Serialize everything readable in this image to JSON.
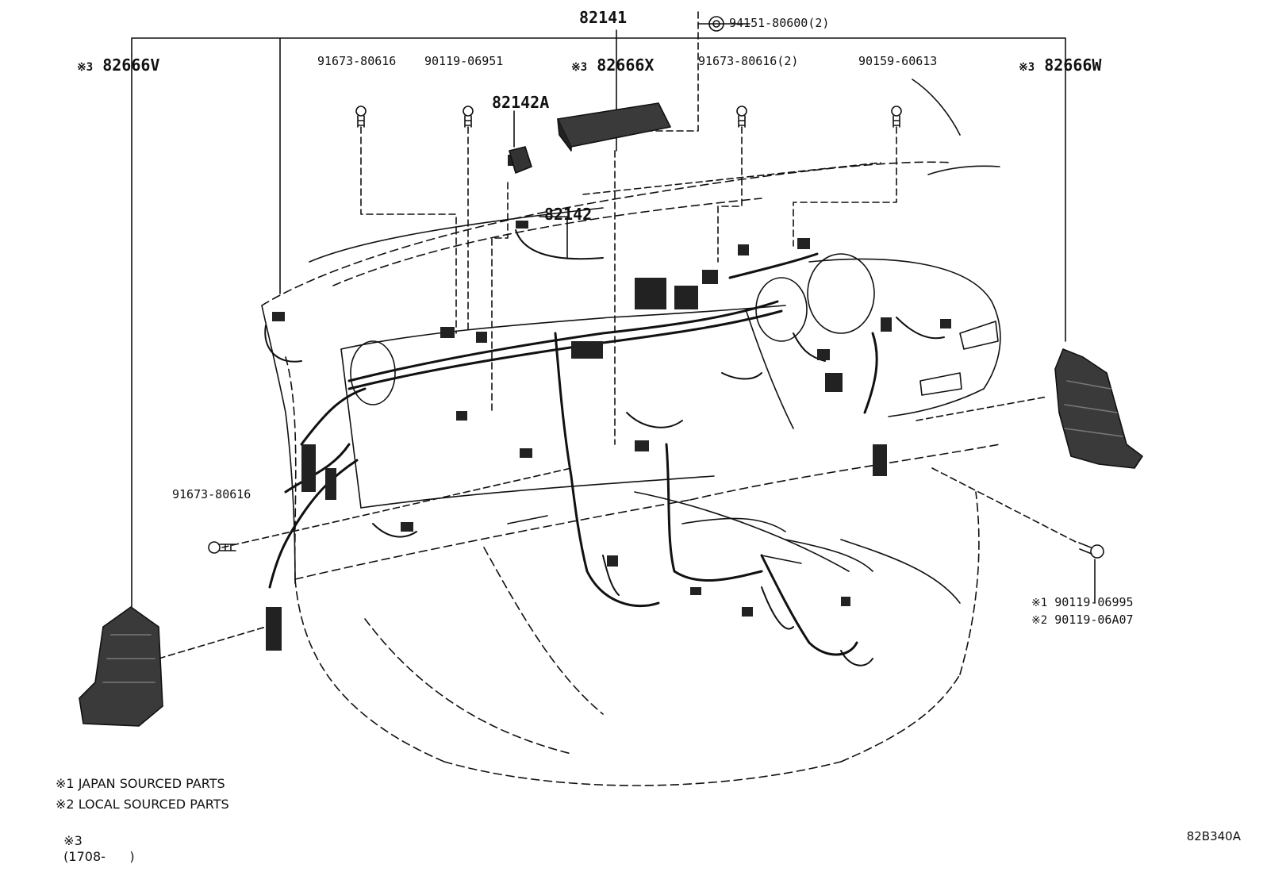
{
  "labels": {
    "main_harness": "82141",
    "clip": "94151-80600(2)",
    "ecu_left": "82666V",
    "ecu_center": "82666X",
    "ecu_right": "82666W",
    "bolt_a": "91673-80616",
    "bolt_b": "90119-06951",
    "bolt_c": "91673-80616(2)",
    "bolt_d": "90159-60613",
    "sub_harness_a": "82142A",
    "sub_harness": "82142",
    "bolt_left_lower": "91673-80616",
    "bolt_right_jp": "90119-06995",
    "bolt_right_local": "90119-06A07"
  },
  "marks": {
    "note1": "※1",
    "note2": "※2",
    "note3": "※3"
  },
  "notes": {
    "n1_mark": "※1",
    "n1_text": "JAPAN SOURCED PARTS",
    "n2_mark": "※2",
    "n2_text": "LOCAL SOURCED PARTS",
    "n3_mark": "※3",
    "n3_text": "(1708-      )"
  },
  "diagram_code": "82B340A"
}
